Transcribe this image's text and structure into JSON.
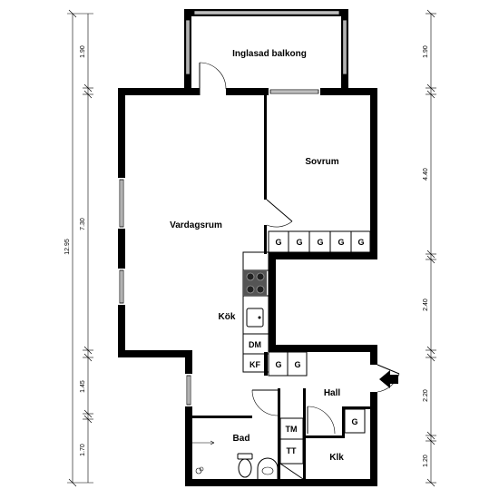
{
  "rooms": {
    "balcony": "Inglasad balkong",
    "bedroom": "Sovrum",
    "living": "Vardagsrum",
    "kitchen": "Kök",
    "hall": "Hall",
    "bath": "Bad",
    "closet": "Klk"
  },
  "fixtures": {
    "wardrobe_bedroom": [
      "G",
      "G",
      "G",
      "G",
      "G"
    ],
    "dishwasher": "DM",
    "fridge_freezer": "KF",
    "wardrobe_hall": [
      "G",
      "G"
    ],
    "hall_closet": "G",
    "dryer": "TM",
    "tumble_dryer": "TT"
  },
  "dimensions": {
    "left": {
      "total": "12.95",
      "segments": [
        "1.90",
        "7.30",
        "1.45",
        "1.70"
      ]
    },
    "right": {
      "segments": [
        "1.90",
        "4.40",
        "2.40",
        "2.20",
        "1.20"
      ]
    }
  }
}
